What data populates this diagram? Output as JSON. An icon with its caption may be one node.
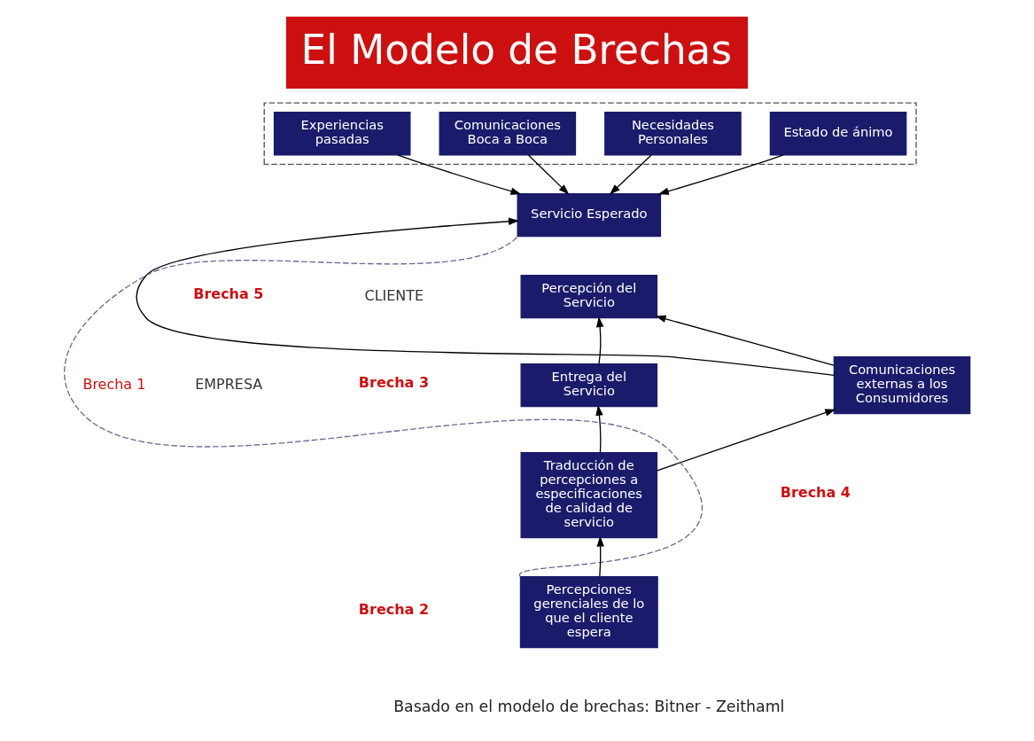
{
  "diagram": {
    "title": "El Modelo de Brechas",
    "caption": "Basado en el modelo de brechas: Bitner - Zeithaml",
    "nodes": [
      {
        "text": [],
        "shape": "box"
      },
      {
        "text": [
          "Experiencias pasadas"
        ],
        "in": 0
      },
      {
        "text": [
          "Comunicaciones Boca a Boca"
        ],
        "in": 0
      },
      {
        "text": [
          "Necesidades Personales"
        ],
        "in": 0
      },
      {
        "text": [
          "Estado de ánimo"
        ],
        "in": 0
      },
      {
        "text": [
          "Servicio Esperado"
        ]
      },
      {
        "text": [
          "Percepción del Servicio"
        ]
      },
      {
        "text": [
          "Entrega del Servicio"
        ]
      },
      {
        "text": [
          "Comunicaciones externas a los Consumidores"
        ]
      },
      {
        "text": [
          "Traducción de percepciones a especificaciones de calidad de servicio"
        ]
      },
      {
        "text": [
          "Percepciones gerenciales de lo que el cliente espera"
        ]
      }
    ],
    "edges": [
      {
        "from": 1,
        "to": 5,
        "arrow": "to"
      },
      {
        "from": 2,
        "to": 5,
        "arrow": "to"
      },
      {
        "from": 3,
        "to": 5,
        "arrow": "to"
      },
      {
        "from": 4,
        "to": 5,
        "arrow": "to"
      },
      {
        "from": 7,
        "to": 6,
        "arrow": "to"
      },
      {
        "from": 9,
        "to": 7,
        "arrow": "to"
      },
      {
        "from": 10,
        "to": 9,
        "arrow": "to"
      },
      {
        "from": 9,
        "to": 8,
        "arrow": "to"
      },
      {
        "from": 8,
        "to": 5,
        "arrow": "to"
      },
      {
        "from": 8,
        "to": 6,
        "arrow": "to"
      },
      {
        "from": 10,
        "to": 5,
        "arrow": "none",
        "style": "dashed",
        "color": "#6a6a9a",
        "label": "Brecha 1"
      }
    ],
    "labels": [
      "Brecha 5",
      "CLIENTE",
      "EMPRESA",
      "Brecha 3",
      "Brecha 4",
      "Brecha 2"
    ]
  }
}
